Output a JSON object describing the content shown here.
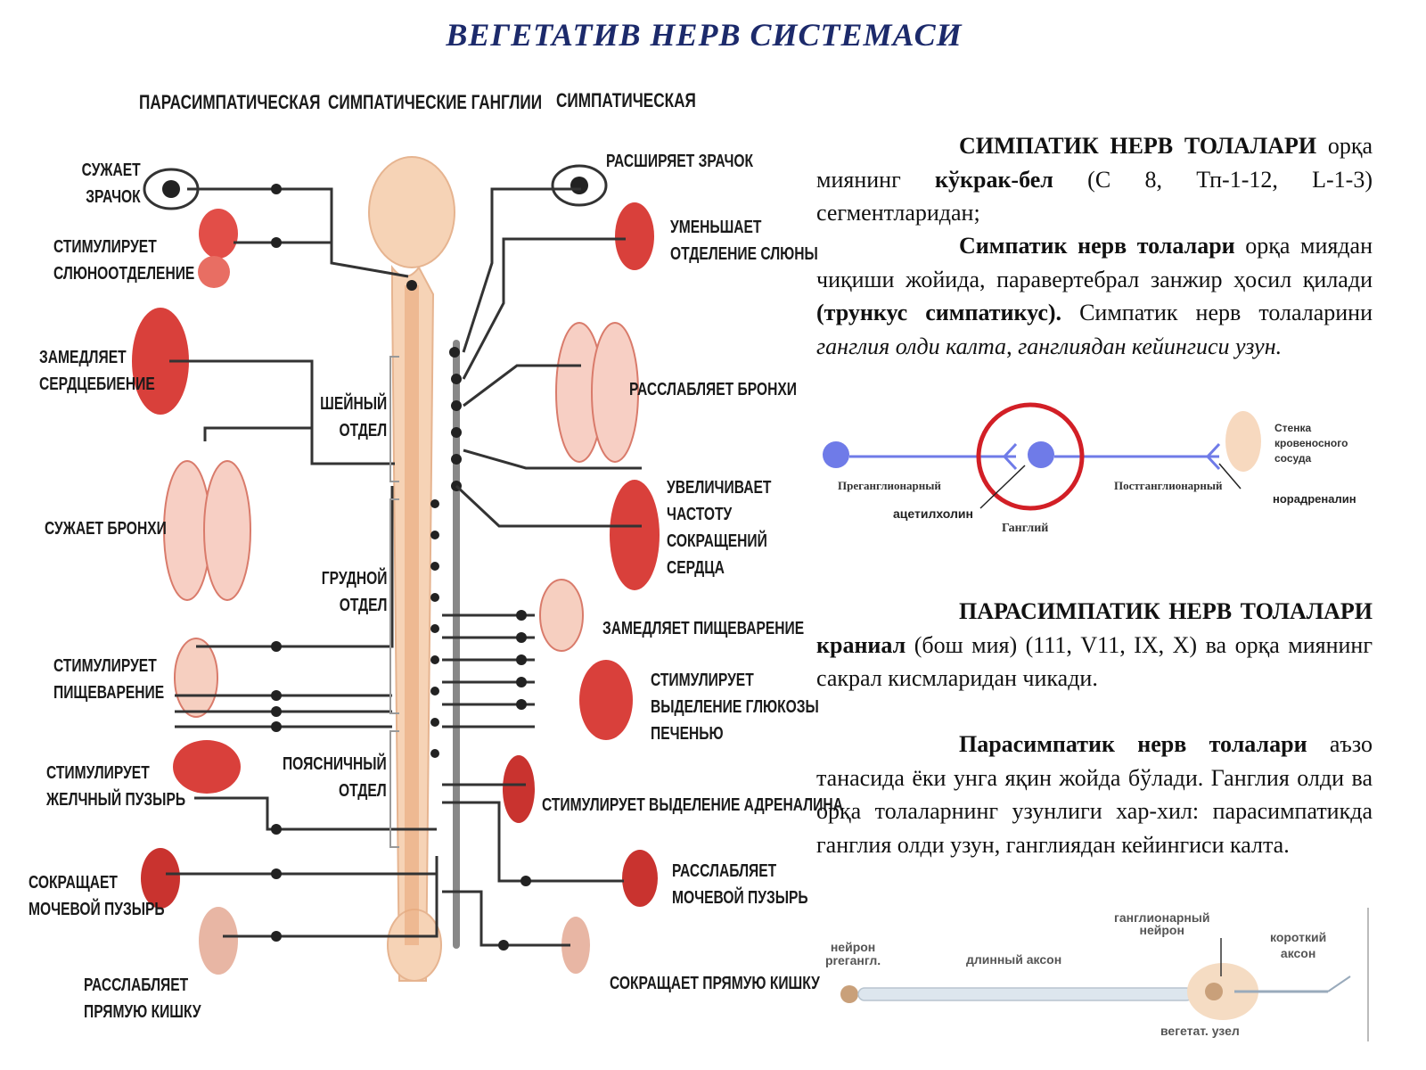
{
  "title": "ВЕГЕТАТИВ НЕРВ СИСТЕМАСИ",
  "headers": {
    "parasympathetic": "ПАРАСИМПАТИЧЕСКАЯ",
    "ganglia": "СИМПАТИЧЕСКИЕ ГАНГЛИИ",
    "sympathetic": "СИМПАТИЧЕСКАЯ"
  },
  "left_labels": [
    "СУЖАЕТ\nЗРАЧОК",
    "СТИМУЛИРУЕТ\nСЛЮНООТДЕЛЕНИЕ",
    "ЗАМЕДЛЯЕТ\nСЕРДЦЕБИЕНИЕ",
    "СУЖАЕТ БРОНХИ",
    "СТИМУЛИРУЕТ\nПИЩЕВАРЕНИЕ",
    "СТИМУЛИРУЕТ\nЖЕЛЧНЫЙ ПУЗЫРЬ",
    "СОКРАЩАЕТ\nМОЧЕВОЙ ПУЗЫРЬ",
    "РАССЛАБЛЯЕТ\nПРЯМУЮ КИШКУ"
  ],
  "right_labels": [
    "РАСШИРЯЕТ ЗРАЧОК",
    "УМЕНЬШАЕТ\nОТДЕЛЕНИЕ СЛЮНЫ",
    "РАССЛАБЛЯЕТ БРОНХИ",
    "УВЕЛИЧИВАЕТ\nЧАСТОТУ\nСОКРАЩЕНИЙ\nСЕРДЦА",
    "ЗАМЕДЛЯЕТ ПИЩЕВАРЕНИЕ",
    "СТИМУЛИРУЕТ\nВЫДЕЛЕНИЕ ГЛЮКОЗЫ\nПЕЧЕНЬЮ",
    "СТИМУЛИРУЕТ ВЫДЕЛЕНИЕ АДРЕНАЛИНА",
    "РАССЛАБЛЯЕТ\nМОЧЕВОЙ ПУЗЫРЬ",
    "СОКРАЩАЕТ ПРЯМУЮ КИШКУ"
  ],
  "spine_sections": [
    "ШЕЙНЫЙ\nОТДЕЛ",
    "ГРУДНОЙ\nОТДЕЛ",
    "ПОЯСНИЧНЫЙ\nОТДЕЛ"
  ],
  "sympathetic_text": {
    "p1": [
      {
        "t": "СИМПАТИК НЕРВ ТОЛАЛАРИ",
        "b": true,
        "i": false
      },
      {
        "t": " орқа миянинг ",
        "b": false,
        "i": false
      },
      {
        "t": "кўкрак-бел",
        "b": true,
        "i": false
      },
      {
        "t": " (С 8, Тп-1-12, L-1-3) сегментларидан;",
        "b": false,
        "i": false
      }
    ],
    "p2": [
      {
        "t": "Симпатик нерв толалари",
        "b": true,
        "i": false
      },
      {
        "t": " орқа миядан чиқиши жойида, паравертебрал занжир ҳосил қилади ",
        "b": false,
        "i": false
      },
      {
        "t": "(трункус симпатикус).",
        "b": true,
        "i": false
      },
      {
        "t": " Симпатик нерв толаларини ",
        "b": false,
        "i": false
      },
      {
        "t": "ганглия олди калта",
        "b": false,
        "i": true
      },
      {
        "t": ", ",
        "b": false,
        "i": false
      },
      {
        "t": "ганглиядан кейингиси узун.",
        "b": false,
        "i": true
      }
    ]
  },
  "parasympathetic_text": {
    "p1": [
      {
        "t": "ПАРАСИМПАТИК НЕРВ ТОЛАЛАРИ",
        "b": true,
        "i": false
      },
      {
        "t": " ",
        "b": false,
        "i": false
      },
      {
        "t": "краниал",
        "b": true,
        "i": false
      },
      {
        "t": " (бош мия) (111, V11, IX, X) ва орқа миянинг сакрал кисмларидан чикади.",
        "b": false,
        "i": false
      }
    ],
    "p2": [
      {
        "t": "Парасимпатик нерв толалари",
        "b": true,
        "i": false
      },
      {
        "t": " аъзо танасида ёки унга яқин жойда бўлади. Ганглия олди ва орқа толаларнинг узунлиги хар-хил: парасимпатикда ганглия олди узун, ганглиядан кейингиси калта.",
        "b": false,
        "i": false
      }
    ]
  },
  "sym_schematic": {
    "preganglionic": "Преганглионарный",
    "postganglionic": "Постганглионарный",
    "ganglion": "Ганглий",
    "acetylcholine": "ацетилхолин",
    "noradrenaline": "норадреналин",
    "vessel_wall": "Стенка\nкровеносного\nсосуда"
  },
  "para_schematic": {
    "ganglionic_neuron": "ганглионарный\nнейрон",
    "short_axon": "короткий\nаксон",
    "pregang_neuron": "нейрон\npreгангл.",
    "long_axon": "длинный аксон",
    "veg_node": "вегетат. узел"
  },
  "colors": {
    "title": "#1c2a6b",
    "organ": "#d9423f",
    "spine": "#f3c9a6",
    "nerve": "#333333",
    "ring": "#d21f26",
    "neuron": "#6f7be8"
  }
}
